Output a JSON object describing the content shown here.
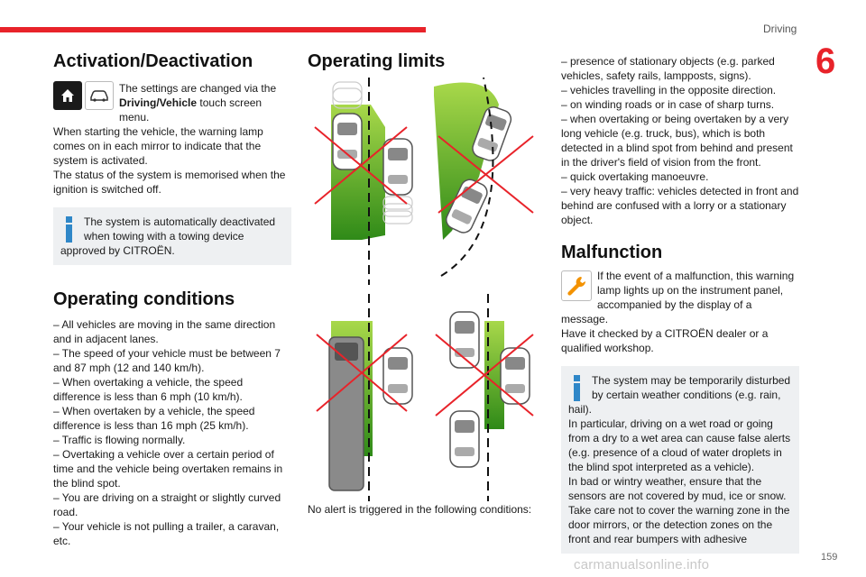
{
  "header": {
    "section": "Driving",
    "chapter": "6"
  },
  "footer": {
    "page_number": "159",
    "watermark": "carmanualsonline.info"
  },
  "col1": {
    "title1": "Activation/Deactivation",
    "p1_a": "The settings are changed via the ",
    "p1_bold": "Driving/Vehicle",
    "p1_b": " touch screen menu.",
    "p2": "When starting the vehicle, the warning lamp comes on in each mirror to indicate that the system is activated.",
    "p3": "The status of the system is memorised when the ignition is switched off.",
    "info1": "The system is automatically deactivated when towing with a towing device approved by CITROËN.",
    "title2": "Operating conditions",
    "conditions": [
      "– All vehicles are moving in the same direction and in adjacent lanes.",
      "– The speed of your vehicle must be between 7 and 87 mph (12 and 140 km/h).",
      "– When overtaking a vehicle, the speed difference is less than 6 mph (10 km/h).",
      "– When overtaken by a vehicle, the speed difference is less than 16 mph (25 km/h).",
      "– Traffic is flowing normally.",
      "– Overtaking a vehicle over a certain period of time and the vehicle being overtaken remains in the blind spot.",
      "– You are driving on a straight or slightly curved road.",
      "– Your vehicle is not pulling a trailer, a caravan, etc."
    ]
  },
  "col2": {
    "title": "Operating limits",
    "caption": "No alert is triggered in the following conditions:"
  },
  "col3": {
    "limits": [
      "– presence of stationary objects (e.g. parked vehicles, safety rails, lampposts, signs).",
      "– vehicles travelling in the opposite direction.",
      "– on winding roads or in case of sharp turns.",
      "– when overtaking or being overtaken by a very long vehicle (e.g. truck, bus), which is both detected in a blind spot from behind and present in the driver's field of vision from the front.",
      "– quick overtaking manoeuvre.",
      "– very heavy traffic: vehicles detected in front and behind are confused with a lorry or a stationary object."
    ],
    "title": "Malfunction",
    "malfunction_p": "If the event of a malfunction, this warning lamp lights up on the instrument panel, accompanied by the display of a message.",
    "malfunction_p2": "Have it checked by a CITROËN dealer or a qualified workshop.",
    "info": [
      "The system may be temporarily disturbed by certain weather conditions (e.g. rain, hail).",
      "In particular, driving on a wet road or going from a dry to a wet area can cause false alerts (e.g. presence of a cloud of water droplets in the blind spot interpreted as a vehicle).",
      "In bad or wintry weather, ensure that the sensors are not covered by mud, ice or snow. Take care not to cover the warning zone in the door mirrors, or the detection zones on the front and rear bumpers with adhesive"
    ]
  },
  "colors": {
    "accent": "#e8232a",
    "info_blue": "#2f87c8",
    "warn_orange": "#f39200",
    "zone_green": "#3d9a1c",
    "cross_red": "#e8232a"
  }
}
